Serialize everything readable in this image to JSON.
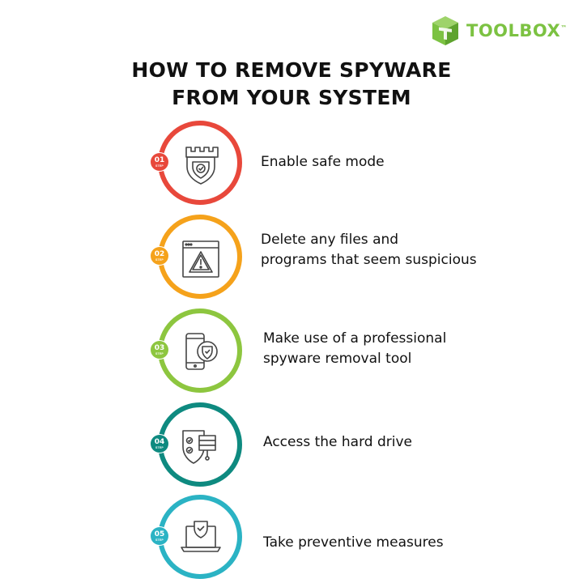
{
  "brand": {
    "name": "TOOLBOX",
    "tm": "™",
    "color": "#7cc242"
  },
  "title": {
    "line1": "HOW TO REMOVE SPYWARE",
    "line2": "FROM YOUR SYSTEM"
  },
  "steps": [
    {
      "number": "01",
      "badge_label": "STEP",
      "color": "#e8483b",
      "icon": "castle-shield-icon",
      "lines": [
        "Enable safe mode"
      ]
    },
    {
      "number": "02",
      "badge_label": "STEP",
      "color": "#f5a21b",
      "icon": "warning-window-icon",
      "lines": [
        "Delete any files and",
        "programs that seem suspicious"
      ]
    },
    {
      "number": "03",
      "badge_label": "STEP",
      "color": "#8dc63f",
      "icon": "phone-shield-icon",
      "lines": [
        "Make use of a professional",
        "spyware removal tool"
      ]
    },
    {
      "number": "04",
      "badge_label": "STEP",
      "color": "#0e8a80",
      "icon": "shield-drive-icon",
      "lines": [
        "Access the hard drive"
      ]
    },
    {
      "number": "05",
      "badge_label": "STEP",
      "color": "#2bb3c4",
      "icon": "laptop-shield-icon",
      "lines": [
        "Take preventive measures"
      ]
    }
  ]
}
